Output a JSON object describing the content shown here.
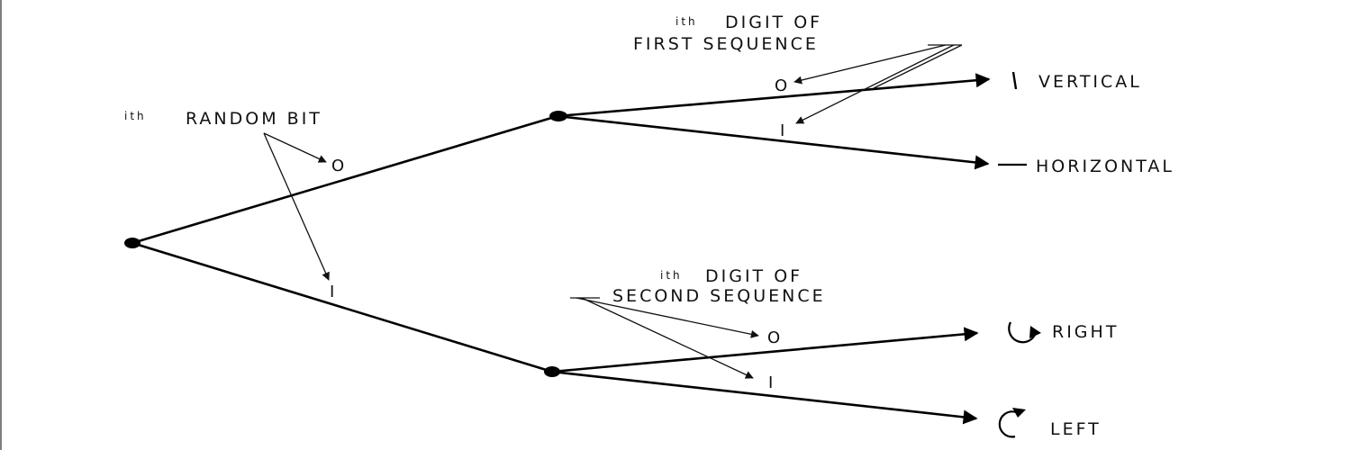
{
  "random_bit": {
    "sup": "ith",
    "text": "RANDOM BIT",
    "zero": "O",
    "one": "I"
  },
  "first_sequence": {
    "sup": "ith",
    "line1": "DIGIT OF",
    "line2": "FIRST SEQUENCE",
    "zero": "O",
    "one": "I"
  },
  "second_sequence": {
    "sup": "ith",
    "line1": "DIGIT OF",
    "line2": "SECOND SEQUENCE",
    "zero": "O",
    "one": "I"
  },
  "outcomes": {
    "vertical": "VERTICAL",
    "horizontal": "HORIZONTAL",
    "right": "RIGHT",
    "left": "LEFT"
  }
}
